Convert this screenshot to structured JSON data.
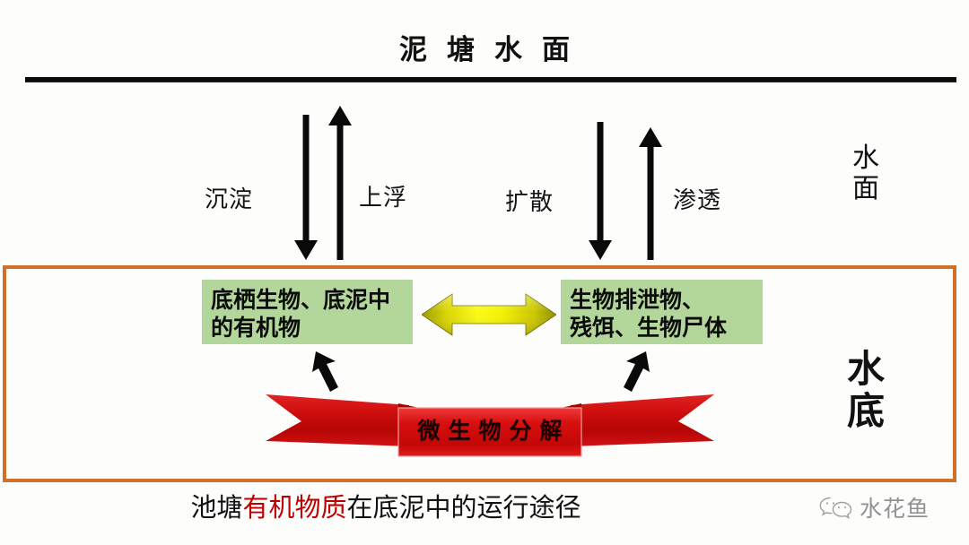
{
  "diagram": {
    "title": "泥塘水面",
    "caption": {
      "prefix": "池塘",
      "highlight": "有机物质",
      "suffix": "在底泥中的运行途径",
      "highlight_color": "#c00000"
    },
    "zones": {
      "upper_label": "水面",
      "lower_label": "水底"
    },
    "flows": [
      {
        "label": "沉淀",
        "direction": "down"
      },
      {
        "label": "上浮",
        "direction": "up"
      },
      {
        "label": "扩散",
        "direction": "down"
      },
      {
        "label": "渗透",
        "direction": "up"
      }
    ],
    "pools": [
      {
        "text_line1": "底栖生物、底泥中",
        "text_line2": "的有机物",
        "fill": "#b3d79a"
      },
      {
        "text_line1": "生物排泄物、",
        "text_line2": "残饵、生物尸体",
        "fill": "#b3d79a"
      }
    ],
    "exchange_arrow": {
      "name": "bidirectional",
      "color": "#e6e600"
    },
    "process_banner": {
      "text": "微生物分解",
      "color": "#cc0000"
    },
    "boundary_box": {
      "color": "#d2702a"
    },
    "surface_line": {
      "color": "#0b0b0b"
    },
    "watermark": {
      "text": "水花鱼",
      "icon": "wechat-icon",
      "color": "#8d8d8d"
    }
  }
}
